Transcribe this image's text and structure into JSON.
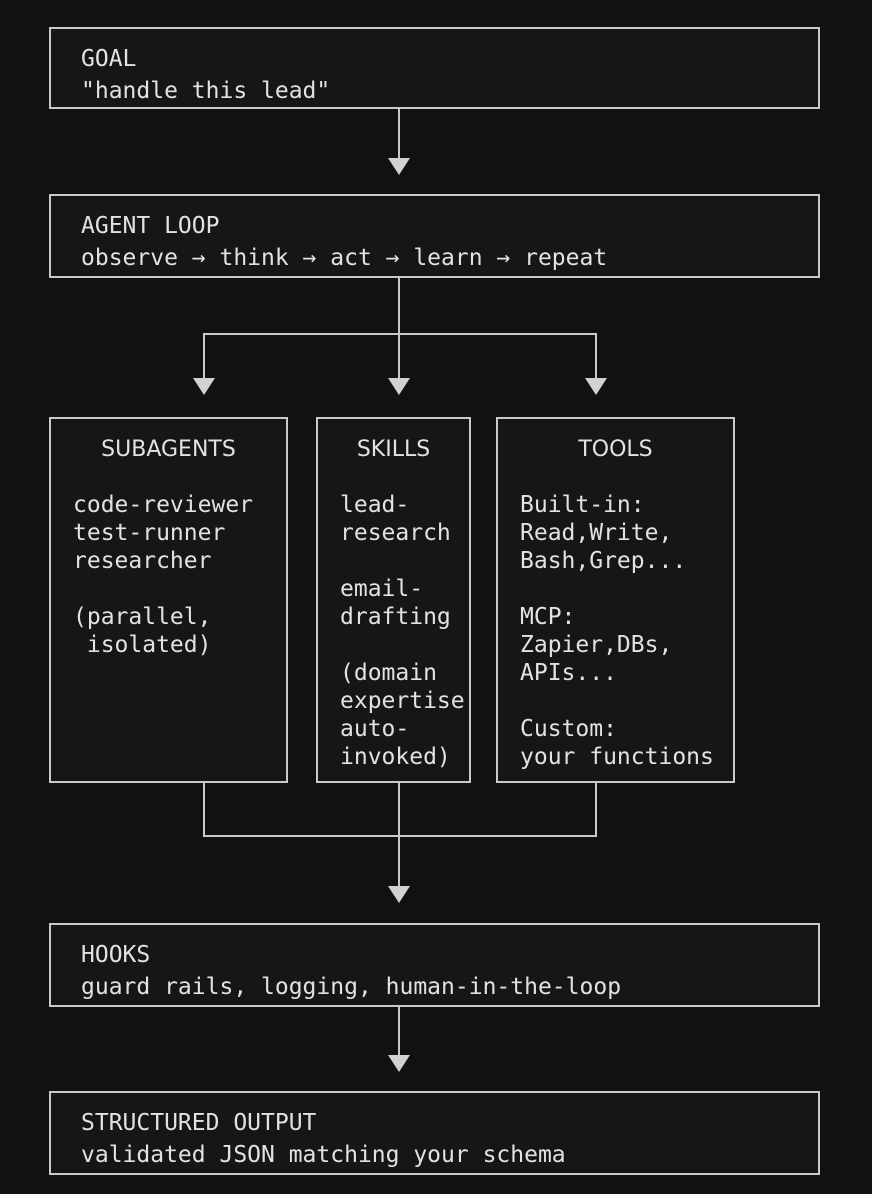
{
  "theme": {
    "page_background": "#111111",
    "box_background": "#161616",
    "line_color": "#c9c9c9",
    "text_color": "#e2e2e2"
  },
  "diagram": {
    "goal": {
      "title": "GOAL",
      "detail": "\"handle this lead\""
    },
    "agent_loop": {
      "title": "AGENT LOOP",
      "detail": "observe → think → act → learn → repeat"
    },
    "columns": [
      {
        "heading": "SUBAGENTS",
        "body": "code-reviewer\ntest-runner\nresearcher\n\n(parallel,\n isolated)"
      },
      {
        "heading": "SKILLS",
        "body": "lead-\nresearch\n\nemail-\ndrafting\n\n(domain\nexpertise\nauto-\ninvoked)"
      },
      {
        "heading": "TOOLS",
        "body": "Built-in:\nRead,Write,\nBash,Grep...\n\nMCP:\nZapier,DBs,\nAPIs...\n\nCustom:\nyour functions"
      }
    ],
    "hooks": {
      "title": "HOOKS",
      "detail": "guard rails, logging, human-in-the-loop"
    },
    "structured_output": {
      "title": "STRUCTURED OUTPUT",
      "detail": "validated JSON matching your schema"
    }
  }
}
